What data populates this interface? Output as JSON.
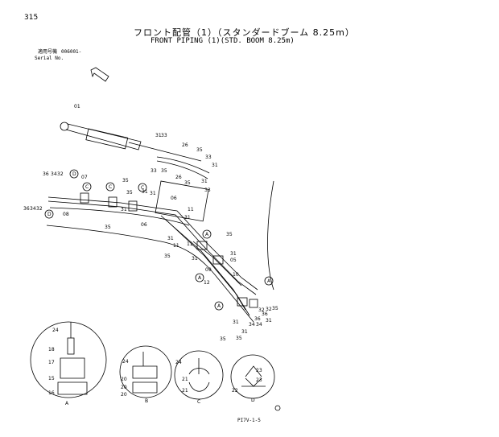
{
  "page_number": "315",
  "title_jp": "フロント配管（1）（スタンダードブーム 8.25m）",
  "title_en": "FRONT PIPING (1)(STD. BOOM 8.25m)",
  "serial_label_jp": "適用号機",
  "serial_value": "006001-",
  "serial_label_en": "Serial No.",
  "footer_code": "PI7V-1-5",
  "callouts": [
    "01",
    "31",
    "33",
    "26",
    "35",
    "33",
    "31",
    "33",
    "35",
    "26",
    "35",
    "31",
    "36",
    "34",
    "32",
    "07",
    "35",
    "36",
    "34",
    "32",
    "08",
    "35",
    "31",
    "35",
    "33",
    "31",
    "06",
    "31",
    "06",
    "11",
    "31",
    "35",
    "31",
    "11",
    "35",
    "31",
    "05",
    "09",
    "10",
    "12",
    "31",
    "35",
    "32",
    "36",
    "34",
    "31",
    "35",
    "35",
    "31",
    "36",
    "34",
    "31",
    "32",
    "11"
  ],
  "details": {
    "A": {
      "label": "A",
      "parts": [
        "24",
        "18",
        "17",
        "15",
        "16"
      ]
    },
    "B": {
      "label": "B",
      "parts": [
        "24",
        "20",
        "20",
        "20"
      ]
    },
    "C": {
      "label": "C",
      "parts": [
        "24",
        "21",
        "21"
      ]
    },
    "D": {
      "label": "D",
      "parts": [
        "22",
        "23",
        "23"
      ]
    }
  },
  "circle_letters": [
    "A",
    "B",
    "C",
    "D"
  ]
}
